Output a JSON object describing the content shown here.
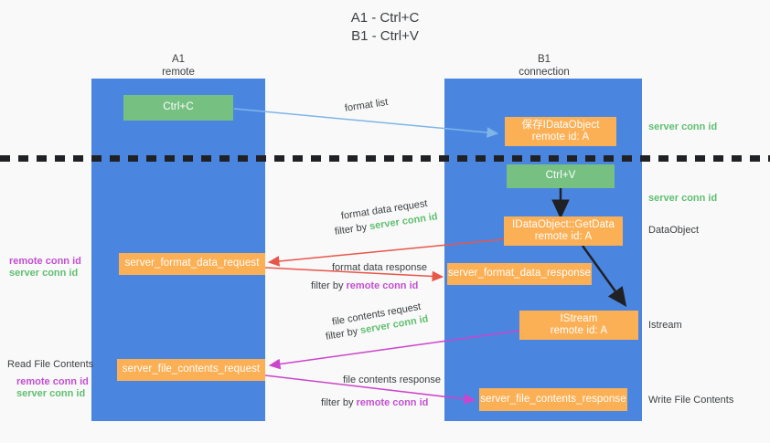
{
  "title": {
    "line1": "A1 - Ctrl+C",
    "line2": "B1 - Ctrl+V"
  },
  "columns": {
    "left": {
      "name": "A1",
      "role": "remote"
    },
    "right": {
      "name": "B1",
      "role": "connection"
    }
  },
  "colors": {
    "lane": "#4a86e0",
    "green_box": "#76c082",
    "orange_box": "#fcb056",
    "server_conn_id": "#5fbf70",
    "remote_conn_id": "#c24fd0",
    "background": "#f9f9f9",
    "arrow_light_blue": "#7fb5e8",
    "arrow_red": "#e8564a",
    "arrow_magenta": "#cc44cc",
    "arrow_black": "#202124",
    "divider": "#202124"
  },
  "boxes": {
    "ctrl_c": {
      "line1": "Ctrl+C"
    },
    "save_idataobject": {
      "line1": "保存IDataObject",
      "line2": "remote id: A"
    },
    "ctrl_v": {
      "line1": "Ctrl+V"
    },
    "getdata": {
      "line1": "IDataObject::GetData",
      "line2": "remote id: A"
    },
    "istream": {
      "line1": "IStream",
      "line2": "remote id: A"
    },
    "server_format_data_request": {
      "line1": "server_format_data_request"
    },
    "server_format_data_response": {
      "line1": "server_format_data_response"
    },
    "server_file_contents_request": {
      "line1": "server_file_contents_request"
    },
    "server_file_contents_response": {
      "line1": "server_file_contents_response"
    }
  },
  "arrow_labels": {
    "format_list": "format list",
    "format_data_request": "format data request",
    "format_data_request_filter_prefix": "filter by ",
    "format_data_request_filter_value": "server conn id",
    "format_data_response": "format data response",
    "format_data_response_filter_prefix": "filter by ",
    "format_data_response_filter_value": "remote conn id",
    "file_contents_request": "file contents request",
    "file_contents_request_filter_prefix": "filter by ",
    "file_contents_request_filter_value": "server conn id",
    "file_contents_response": "file contents response",
    "file_contents_response_filter_prefix": "filter by ",
    "file_contents_response_filter_value": "remote conn id"
  },
  "right_annotations": {
    "server_conn_id_top": "server conn id",
    "server_conn_id_mid": "server conn id",
    "dataobject": "DataObject",
    "istream": "Istream",
    "write_file_contents": "Write File Contents"
  },
  "left_annotations": {
    "remote_conn_id_upper": "remote conn id",
    "server_conn_id_upper": "server conn id",
    "read_file_contents": "Read File Contents",
    "remote_conn_id_lower": "remote conn id",
    "server_conn_id_lower": "server conn id"
  }
}
